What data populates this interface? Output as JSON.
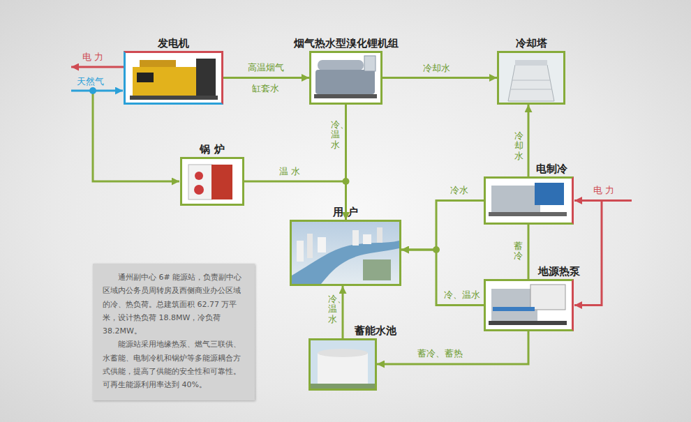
{
  "diagram": {
    "nodes": [
      {
        "text": [
          "发电机"
        ]
      },
      {
        "text": [
          "烟气热水型溴化锂机组"
        ]
      },
      {
        "text": [
          "冷却塔"
        ]
      },
      {
        "text": [
          "锅 炉"
        ]
      },
      {
        "text": [
          "电制冷"
        ]
      },
      {
        "text": [
          "用 户"
        ]
      },
      {
        "text": [
          "地源热泵"
        ]
      },
      {
        "text": [
          "通州副中心 6# 能源站，负责副中心区域内公务员周转房及西侧商业办公区域的冷、热负荷。总建筑面积 62.77 万平米，设计热负荷 18.8MW，冷负荷 38.2MW。",
          "能源站采用地缘热泵、燃气三联供、水蓄能、电制冷机和锅炉等多能源耦合方式供能，提高了供能的安全性和可靠性。可再生能源利用率达到 40%。"
        ]
      },
      {
        "text": [
          "蓄能水池"
        ]
      }
    ],
    "edges": [
      {
        "from": 0,
        "to": 1,
        "arrow": "to",
        "label": "高温烟气 缸套水"
      },
      {
        "from": 1,
        "to": 2,
        "arrow": "to",
        "label": "冷却水"
      },
      {
        "from": 1,
        "to": 5,
        "arrow": "to",
        "label": "冷、温水"
      },
      {
        "from": 3,
        "to": 5,
        "arrow": "to",
        "label": "温 水"
      },
      {
        "from": 4,
        "to": 2,
        "arrow": "to",
        "label": "冷却水"
      },
      {
        "from": 4,
        "to": 5,
        "arrow": "to",
        "label": "冷水"
      },
      {
        "from": 6,
        "to": 5,
        "arrow": "to",
        "label": "冷、温水"
      },
      {
        "from": 4,
        "to": 6,
        "arrow": "none",
        "label": "蓄冷"
      },
      {
        "from": 6,
        "to": 8,
        "arrow": "to",
        "label": "蓄冷、蓄热"
      },
      {
        "from": 8,
        "to": 5,
        "arrow": "to",
        "label": "冷、温水"
      }
    ],
    "labels": [
      "电 力",
      "天然气",
      "电 力"
    ]
  }
}
